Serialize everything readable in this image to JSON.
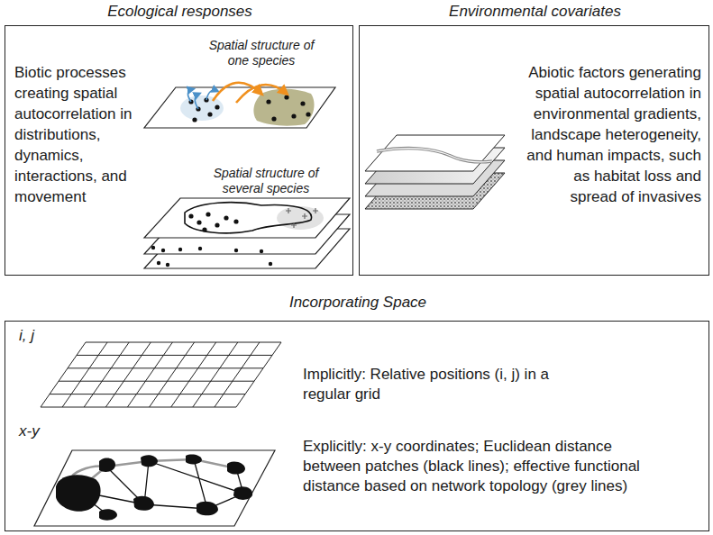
{
  "diagram": {
    "nodes": [
      {
        "text": [
          "Ecological responses",
          "Biotic processes creating spatial autocorrelation in distributions, dynamics, interactions, and movement"
        ]
      },
      {
        "text": [
          "Environmental covariates",
          "Abiotic factors generating spatial autocorrelation in environmental gradients, landscape heterogeneity, and human impacts, such as habitat loss and spread of invasives"
        ]
      },
      {
        "text": [
          "Incorporating Space",
          "i, j",
          "Implicitly: Relative positions (i, j) in a regular grid",
          "x-y",
          "Explicitly: x-y coordinates; Euclidean distance between patches (black lines); effective functional distance based on network topology (grey lines)"
        ]
      }
    ],
    "labels": [
      "Spatial structure of one species",
      "Spatial structure of several species"
    ]
  }
}
